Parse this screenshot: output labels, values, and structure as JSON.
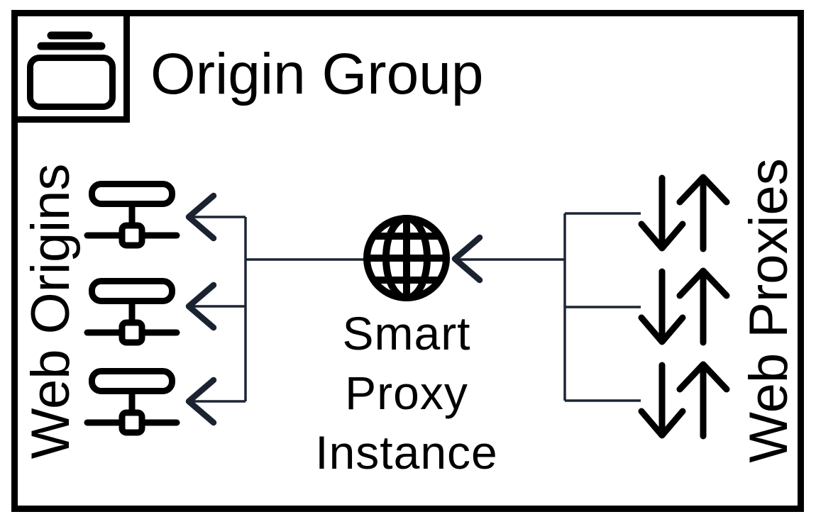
{
  "diagram": {
    "title": "Origin Group",
    "left_label": "Web Origins",
    "right_label": "Web Proxies",
    "center_label": {
      "text": "Smart Proxy Instance",
      "lines": [
        "Smart",
        "Proxy",
        "Instance"
      ]
    },
    "web_origins_count": 3,
    "web_proxies_count": 3,
    "icons": {
      "badge": "stacked-group-icon",
      "center": "globe-icon",
      "left_item": "network-node-icon",
      "right_item": "up-down-transfer-arrows-icon",
      "connector_head": "left-arrowhead-icon"
    },
    "colors": {
      "ink": "#000000",
      "connector": "#1c2533",
      "background": "#ffffff"
    }
  }
}
